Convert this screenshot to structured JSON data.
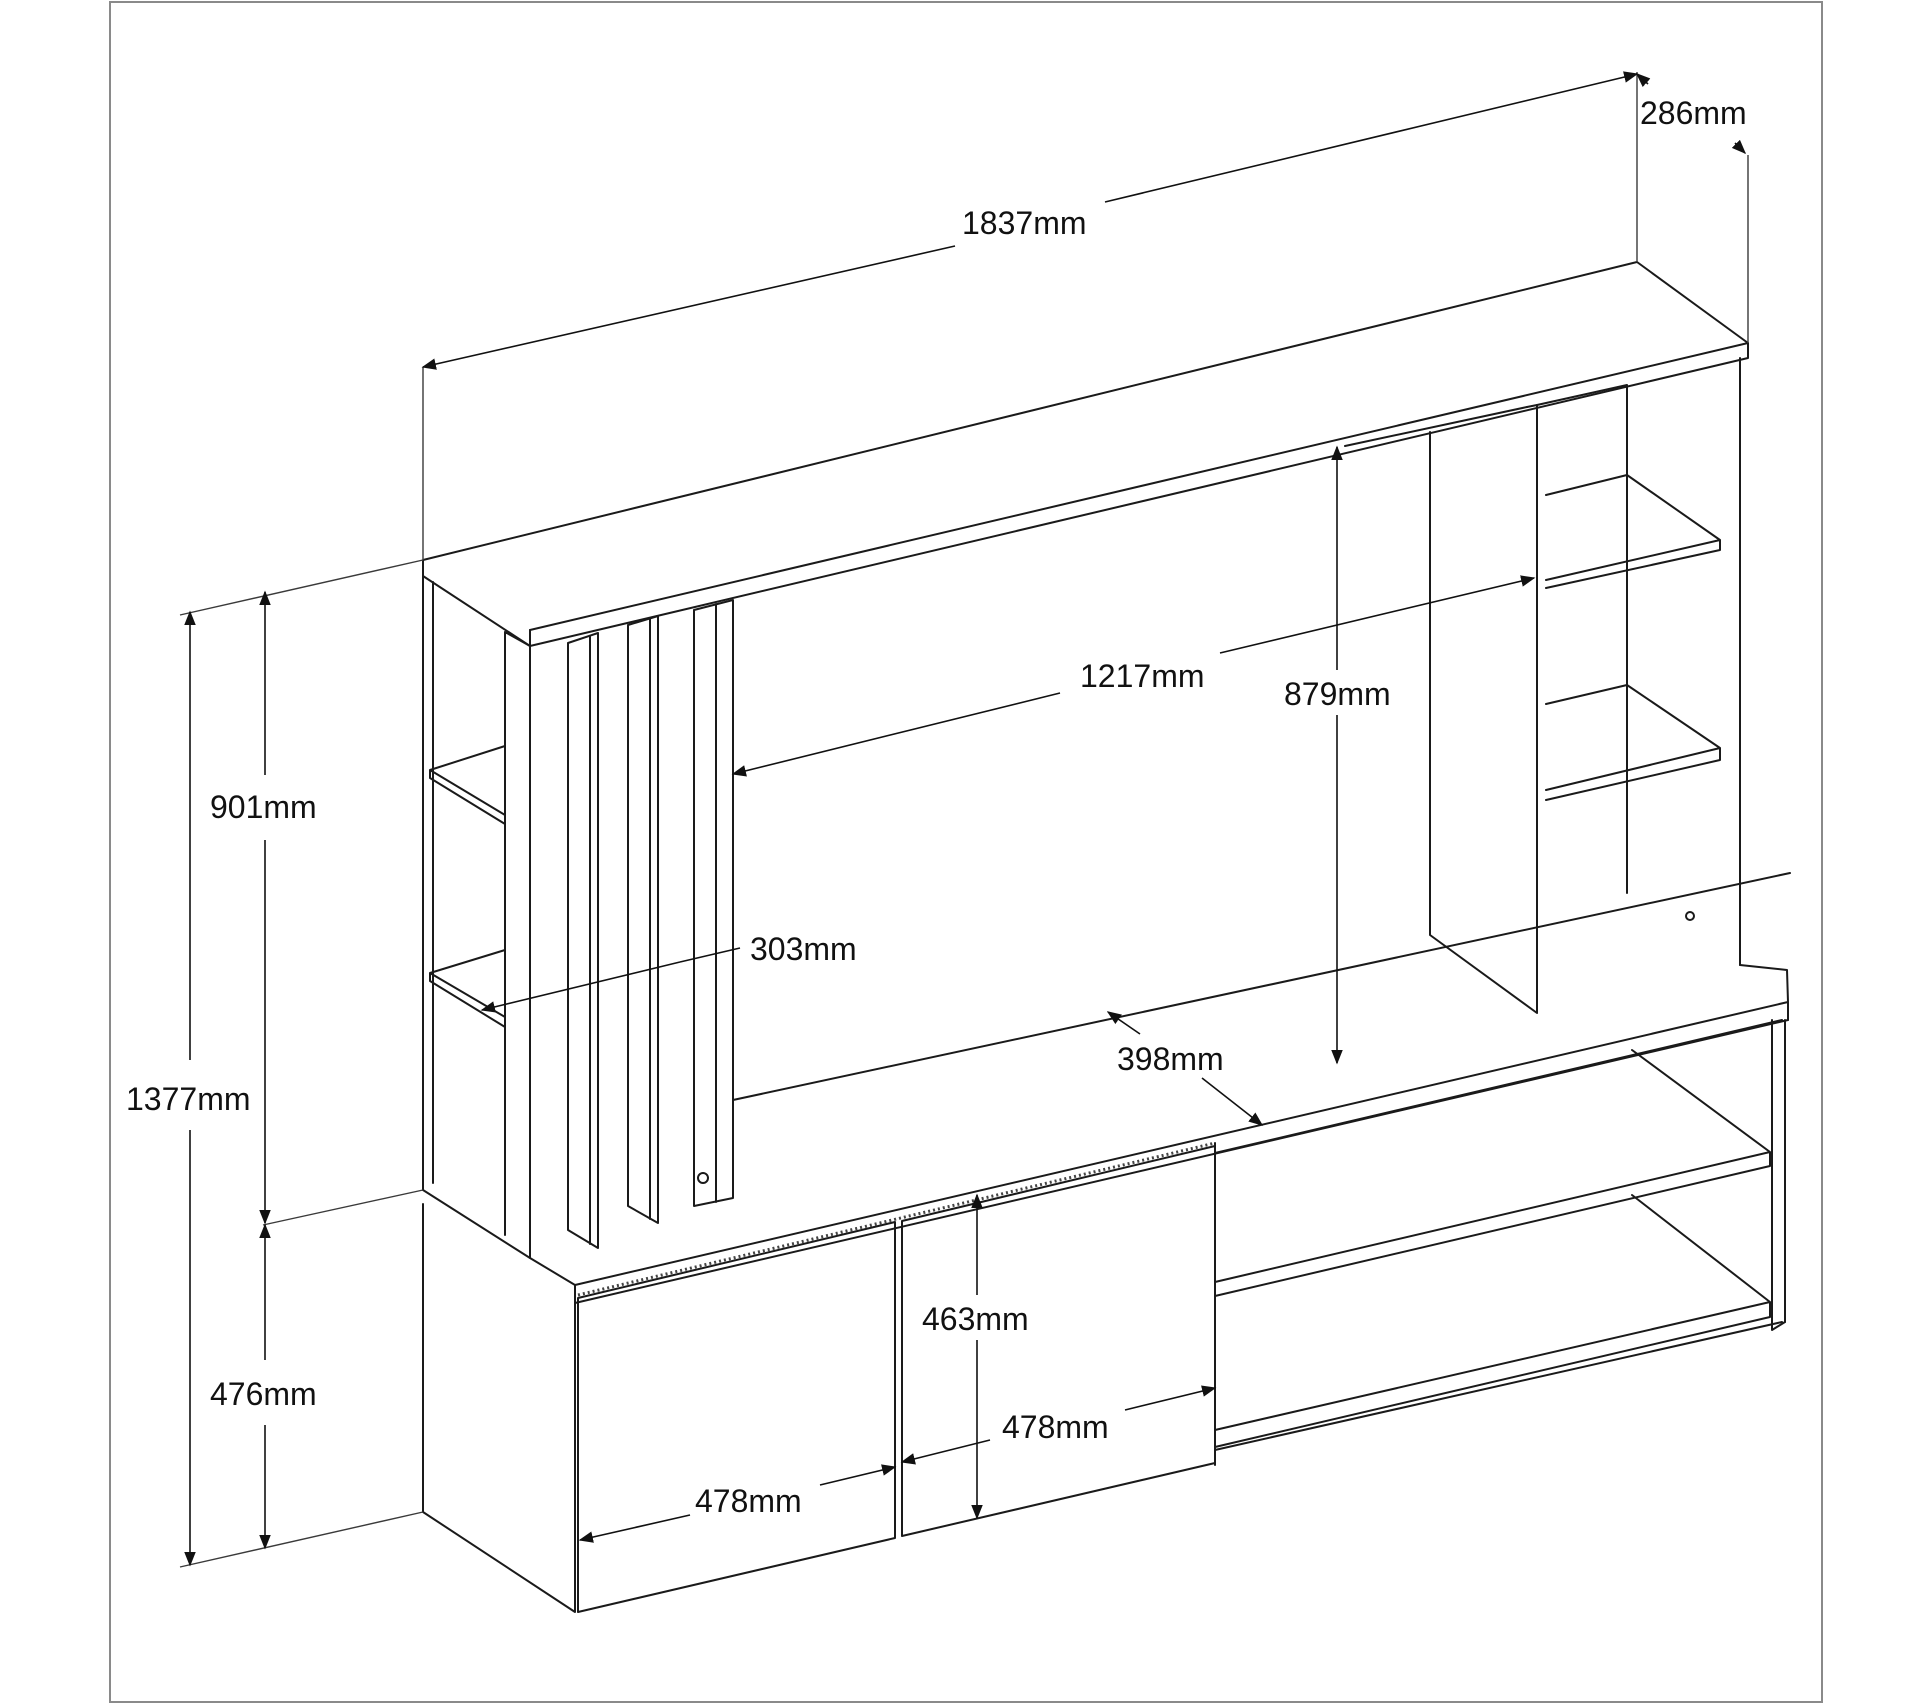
{
  "drawing": {
    "dimensions": {
      "overall_width": "1837mm",
      "depth": "286mm",
      "upper_opening_width": "1217mm",
      "upper_opening_height": "879mm",
      "side_shelf_width": "303mm",
      "base_shelf_depth": "398mm",
      "upper_height": "901mm",
      "total_height": "1377mm",
      "base_height": "476mm",
      "door_height": "463mm",
      "door_left_width": "478mm",
      "door_right_width": "478mm"
    }
  }
}
